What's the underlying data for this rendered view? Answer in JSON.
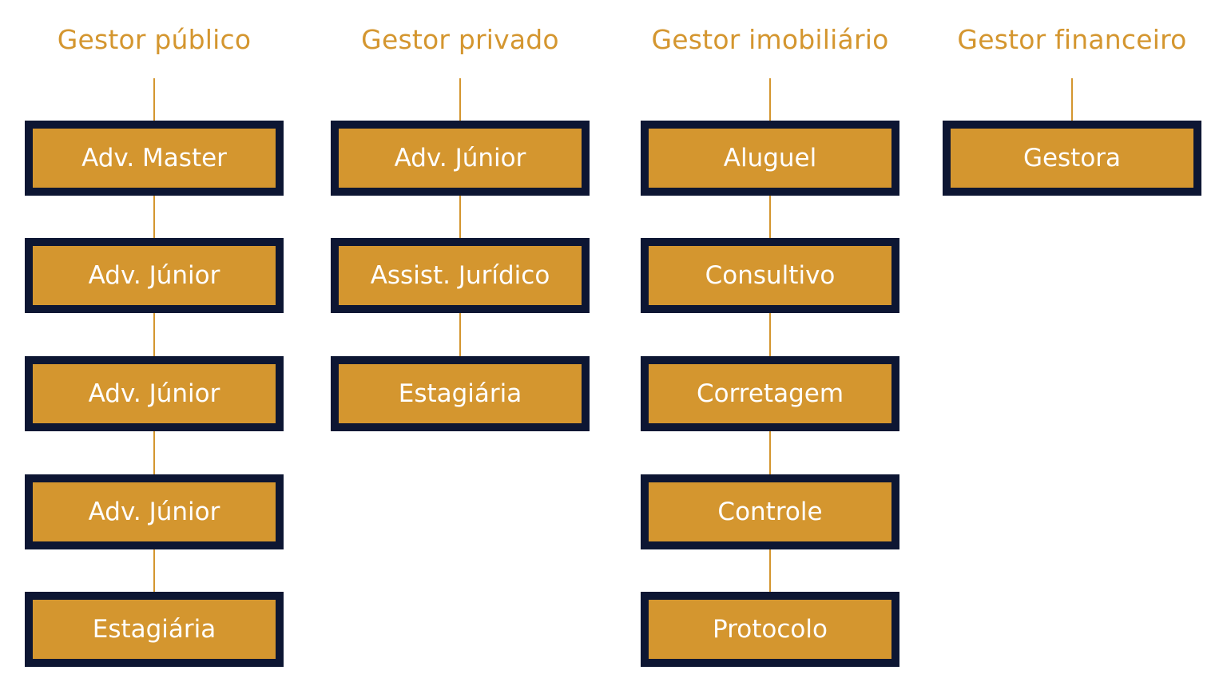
{
  "colors": {
    "accent": "#d4962f",
    "box_border": "#0d1633",
    "box_text": "#ffffff",
    "background": "#ffffff"
  },
  "columns": [
    {
      "title": "Gestor público",
      "roles": [
        "Adv. Master",
        "Adv. Júnior",
        "Adv. Júnior",
        "Adv. Júnior",
        "Estagiária"
      ]
    },
    {
      "title": "Gestor privado",
      "roles": [
        "Adv. Júnior",
        "Assist. Jurídico",
        "Estagiária"
      ]
    },
    {
      "title": "Gestor imobiliário",
      "roles": [
        "Aluguel",
        "Consultivo",
        "Corretagem",
        "Controle",
        "Protocolo"
      ]
    },
    {
      "title": "Gestor financeiro",
      "roles": [
        "Gestora"
      ]
    }
  ]
}
